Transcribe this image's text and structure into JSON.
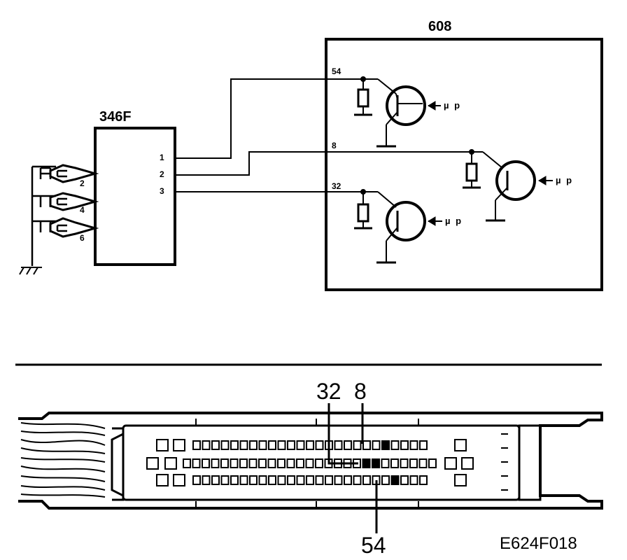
{
  "diagram": {
    "sensor_box": {
      "title": "346F",
      "pins": [
        "1",
        "2",
        "3"
      ]
    },
    "control_unit": {
      "title": "608",
      "pins": [
        "54",
        "8",
        "32"
      ],
      "mu_labels": [
        "µ p",
        "µ p",
        "µ p"
      ]
    },
    "sensor_elements": [
      "2",
      "4",
      "6"
    ],
    "connector_callouts": {
      "top_left": "32",
      "top_right": "8",
      "bottom": "54"
    },
    "figure_code": "E624F018"
  },
  "colors": {
    "line": "#000000",
    "background": "#ffffff",
    "highlight_pin": "#000000"
  }
}
